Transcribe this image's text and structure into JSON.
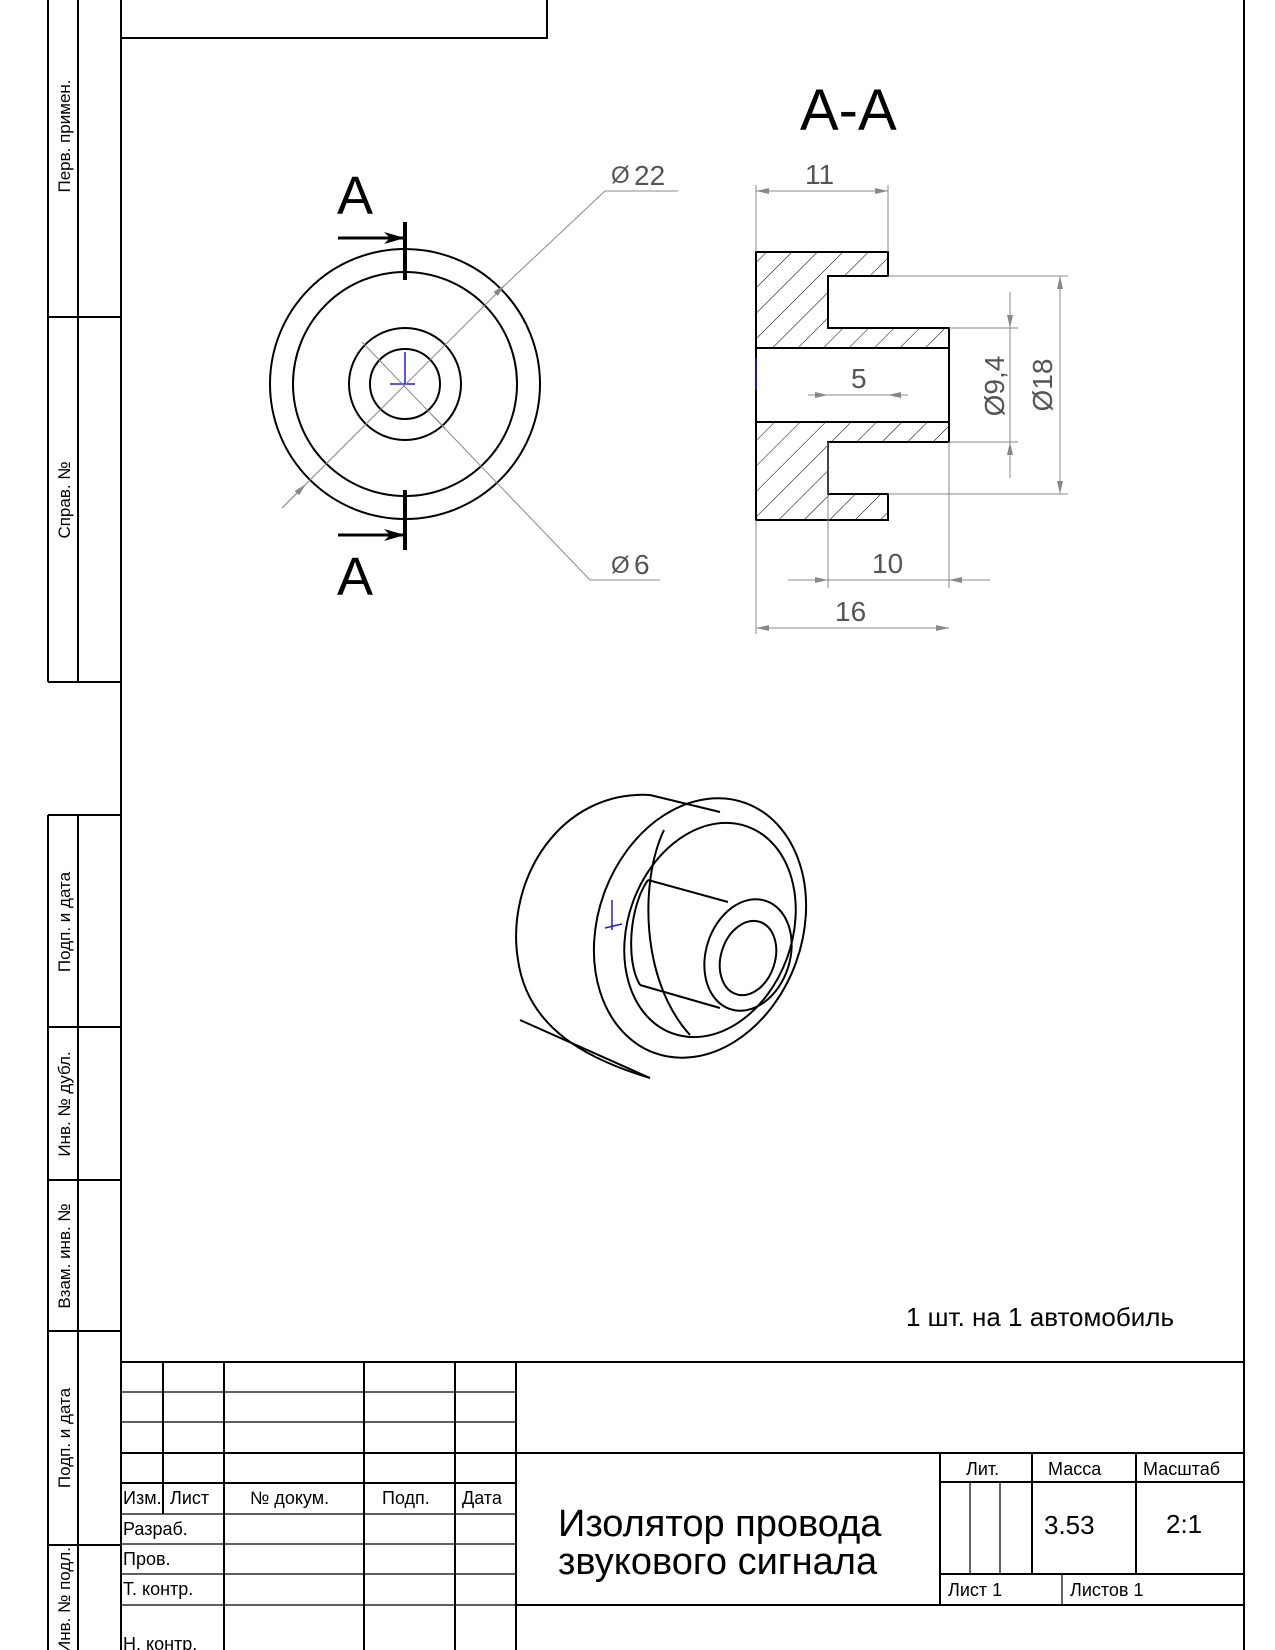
{
  "section_title": "А-А",
  "cut_letter_top": "А",
  "cut_letter_bottom": "А",
  "dimensions": {
    "d22": "22",
    "d6": "6",
    "l11": "11",
    "l5": "5",
    "l10": "10",
    "l16": "16",
    "d9_4": "9,4",
    "d18": "18"
  },
  "note": "1 шт. на 1 автомобиль",
  "side_labels": {
    "perv_primen": "Перв. примен.",
    "sprav_no": "Справ. №",
    "podp_data_1": "Подп. и дата",
    "inv_no_dubl": "Инв. № дубл.",
    "vzam_inv_no": "Взам. инв. №",
    "podp_data_2": "Подп. и дата",
    "inv_no_podl": "Инв. № подл."
  },
  "title_block": {
    "headers": {
      "izm": "Изм.",
      "list": "Лист",
      "no_dokum": "№ докум.",
      "podp": "Подп.",
      "data": "Дата"
    },
    "roles": {
      "razrab": "Разраб.",
      "prov": "Пров.",
      "t_kontr": "Т. контр.",
      "n_kontr": "Н. контр."
    },
    "title_line1": "Изолятор провода",
    "title_line2": "звукового сигнала",
    "lit_label": "Лит.",
    "massa_label": "Масса",
    "masshtab_label": "Масштаб",
    "massa_value": "3.53",
    "masshtab_value": "2:1",
    "sheet": "Лист 1",
    "sheets": "Листов 1"
  }
}
